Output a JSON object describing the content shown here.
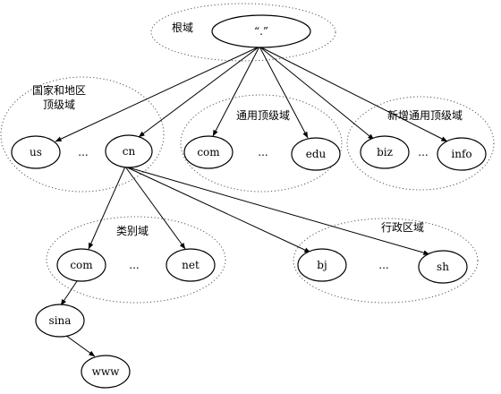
{
  "colors": {
    "stroke": "#000000",
    "group_border": "#555555",
    "background": "#ffffff"
  },
  "nodes": {
    "root": "“.”",
    "us": "us",
    "cn": "cn",
    "com_gtld": "com",
    "edu": "edu",
    "biz": "biz",
    "info": "info",
    "com_cn": "com",
    "net": "net",
    "bj": "bj",
    "sh": "sh",
    "sina": "sina",
    "www": "www"
  },
  "ellipses": {
    "country": "...",
    "gtld": "...",
    "new_gtld": "...",
    "category": "...",
    "admin": "..."
  },
  "groups": {
    "root_domain": "根域",
    "country_line1": "国家和地区",
    "country_line2": "顶级域",
    "gtld": "通用顶级域",
    "new_gtld": "新增通用顶级域",
    "category": "类别域",
    "admin": "行政区域"
  }
}
